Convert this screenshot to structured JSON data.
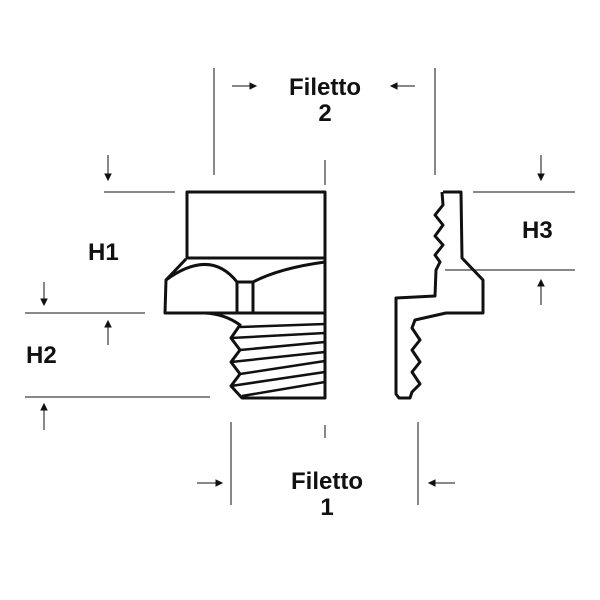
{
  "labels": {
    "thread2_line1": "Filetto",
    "thread2_line2": "2",
    "thread1_line1": "Filetto",
    "thread1_line2": "1",
    "h1": "H1",
    "h2": "H2",
    "h3": "H3"
  }
}
